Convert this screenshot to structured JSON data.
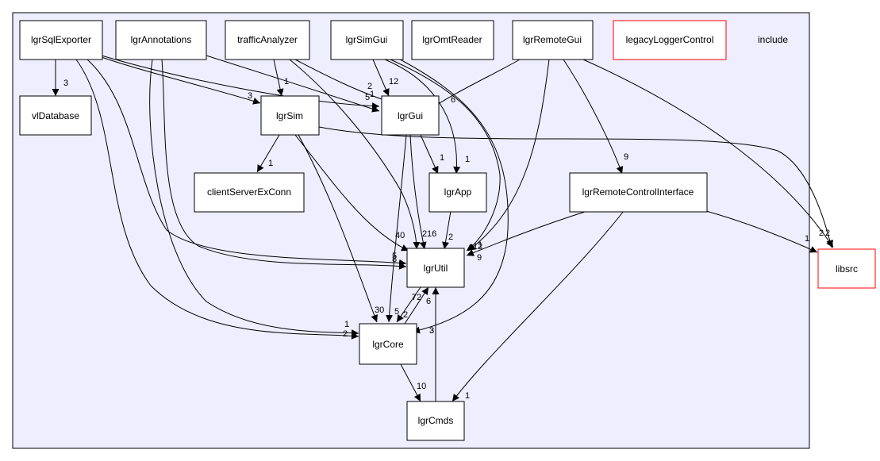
{
  "cluster": {
    "label": "include"
  },
  "nodes": [
    {
      "id": "sqlexp",
      "label": "lgrSqlExporter",
      "color": "#000000"
    },
    {
      "id": "annot",
      "label": "lgrAnnotations",
      "color": "#000000"
    },
    {
      "id": "traffic",
      "label": "trafficAnalyzer",
      "color": "#000000"
    },
    {
      "id": "simgui",
      "label": "lgrSimGui",
      "color": "#000000"
    },
    {
      "id": "omt",
      "label": "lgrOmtReader",
      "color": "#000000"
    },
    {
      "id": "remgui",
      "label": "lgrRemoteGui",
      "color": "#000000"
    },
    {
      "id": "legacy",
      "label": "legacyLoggerControl",
      "color": "#ff0000"
    },
    {
      "id": "vldb",
      "label": "vlDatabase",
      "color": "#000000"
    },
    {
      "id": "sim",
      "label": "lgrSim",
      "color": "#000000"
    },
    {
      "id": "gui",
      "label": "lgrGui",
      "color": "#000000"
    },
    {
      "id": "csex",
      "label": "clientServerExConn",
      "color": "#000000"
    },
    {
      "id": "app",
      "label": "lgrApp",
      "color": "#000000"
    },
    {
      "id": "rci",
      "label": "lgrRemoteControlInterface",
      "color": "#000000"
    },
    {
      "id": "util",
      "label": "lgrUtil",
      "color": "#000000"
    },
    {
      "id": "core",
      "label": "lgrCore",
      "color": "#000000"
    },
    {
      "id": "cmds",
      "label": "lgrCmds",
      "color": "#000000"
    },
    {
      "id": "libsrc",
      "label": "libsrc",
      "color": "#ff0000"
    }
  ],
  "edges": [
    {
      "id": "sqlexp-vldb",
      "label": "3"
    },
    {
      "id": "sqlexp-sim",
      "label": "3"
    },
    {
      "id": "sqlexp-gui",
      "label": "5"
    },
    {
      "id": "sqlexp-util",
      "label": "5"
    },
    {
      "id": "sqlexp-core",
      "label": "2"
    },
    {
      "id": "annot-gui",
      "label": "1"
    },
    {
      "id": "annot-util",
      "label": "8"
    },
    {
      "id": "annot-core",
      "label": "1"
    },
    {
      "id": "traffic-sim",
      "label": "1"
    },
    {
      "id": "traffic-gui",
      "label": "2"
    },
    {
      "id": "traffic-util",
      "label": "2"
    },
    {
      "id": "simgui-gui",
      "label": "12"
    },
    {
      "id": "simgui-app",
      "label": "1"
    },
    {
      "id": "simgui-util",
      "label": "12"
    },
    {
      "id": "simgui-core",
      "label": "3"
    },
    {
      "id": "remgui-gui",
      "label": "6"
    },
    {
      "id": "remgui-rci",
      "label": "9"
    },
    {
      "id": "remgui-util",
      "label": "1"
    },
    {
      "id": "remgui-libsrc",
      "label": "2"
    },
    {
      "id": "sim-csex",
      "label": "1"
    },
    {
      "id": "sim-util",
      "label": "40"
    },
    {
      "id": "sim-core",
      "label": "30"
    },
    {
      "id": "sim-libsrc",
      "label": "2"
    },
    {
      "id": "gui-app",
      "label": "1"
    },
    {
      "id": "gui-util",
      "label": "16"
    },
    {
      "id": "gui-core",
      "label": "5"
    },
    {
      "id": "app-util",
      "label": "2"
    },
    {
      "id": "rci-util",
      "label": "9"
    },
    {
      "id": "rci-cmds",
      "label": "1"
    },
    {
      "id": "rci-libsrc",
      "label": "1"
    },
    {
      "id": "util-core",
      "label": "2"
    },
    {
      "id": "core-util",
      "label": "72"
    },
    {
      "id": "core-cmds",
      "label": "10"
    },
    {
      "id": "cmds-util",
      "label": "3"
    },
    {
      "id": "core-util-b",
      "label": "6"
    }
  ]
}
